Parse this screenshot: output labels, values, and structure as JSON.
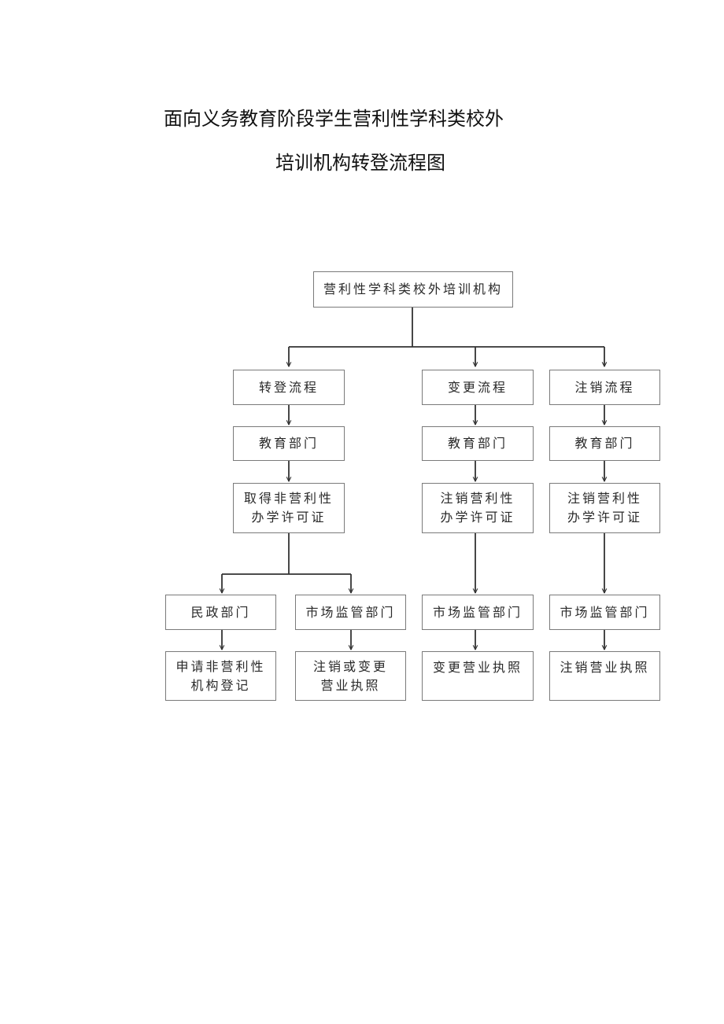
{
  "document": {
    "title_line1": "面向义务教育阶段学生营利性学科类校外",
    "title_line2": "培训机构转登流程图"
  },
  "flowchart": {
    "root": "营利性学科类校外培训机构",
    "transfer": {
      "process": "转登流程",
      "dept": "教育部门",
      "license": [
        "取得非营利性",
        "办学许可证"
      ],
      "civil_affairs": "民政部门",
      "apply": [
        "申请非营利性",
        "机构登记"
      ],
      "market": "市场监管部门",
      "cancel_or_change": [
        "注销或变更",
        "营业执照"
      ]
    },
    "change": {
      "process": "变更流程",
      "dept": "教育部门",
      "license": [
        "注销营利性",
        "办学许可证"
      ],
      "market": "市场监管部门",
      "result": "变更营业执照"
    },
    "cancel": {
      "process": "注销流程",
      "dept": "教育部门",
      "license": [
        "注销营利性",
        "办学许可证"
      ],
      "market": "市场监管部门",
      "result": "注销营业执照"
    }
  }
}
